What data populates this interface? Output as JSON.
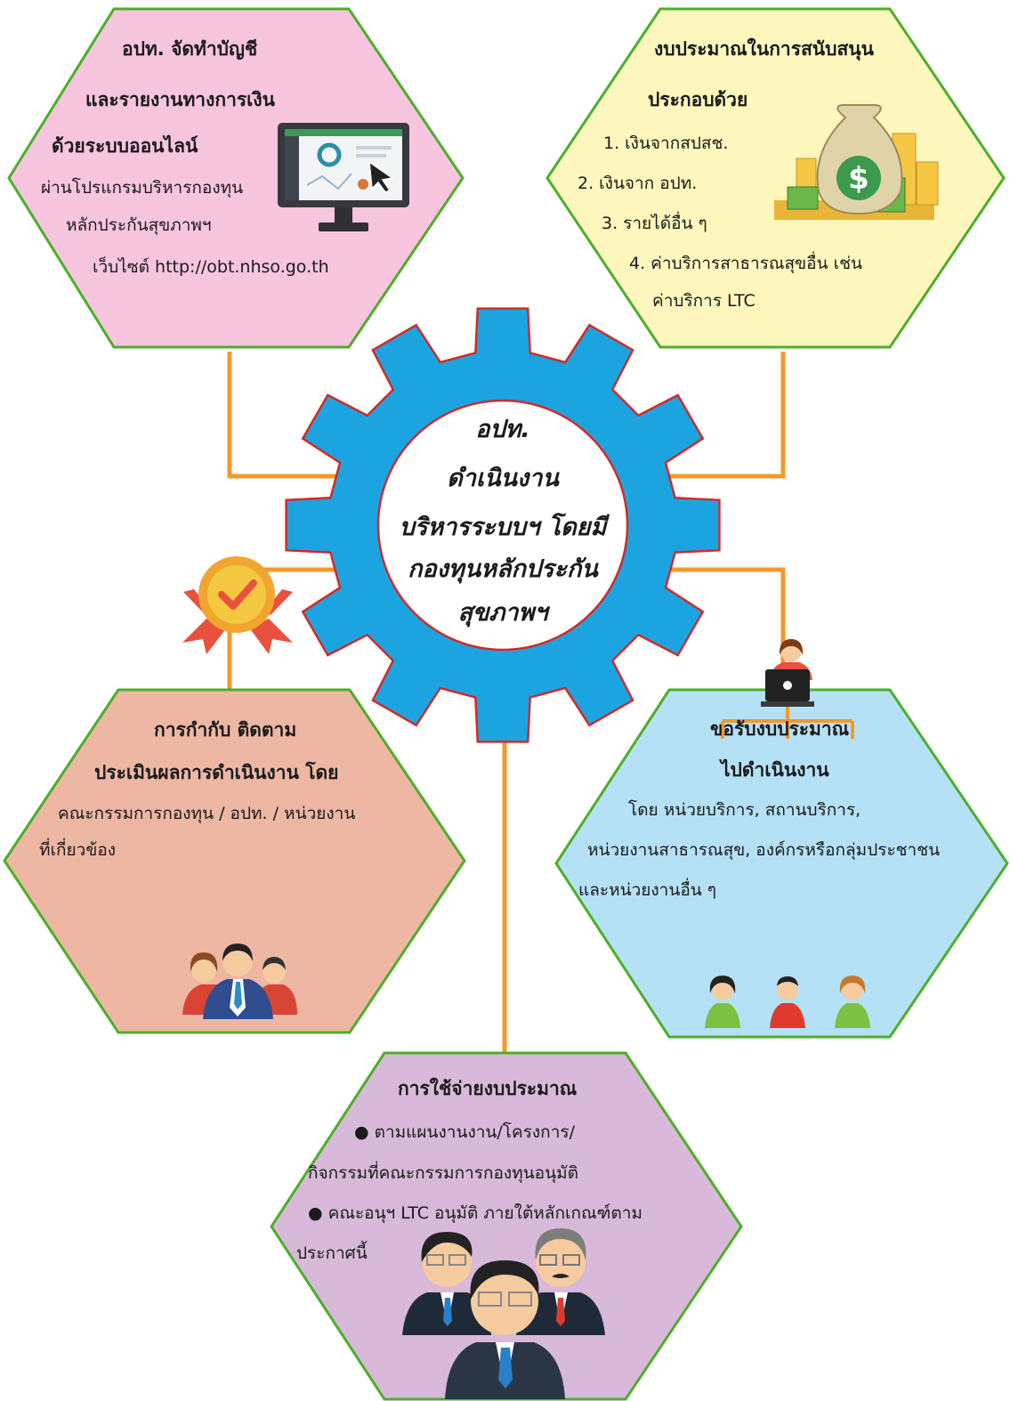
{
  "colors": {
    "connector": "#f39a2b",
    "hex_border": "#4caf2a",
    "gear_fill": "#1ca4e0",
    "gear_border": "#d32a2a",
    "top_left_fill": "#f7c5de",
    "top_right_fill": "#fdf7bd",
    "mid_left_fill": "#edb7a4",
    "mid_right_fill": "#b5e1f6",
    "bottom_fill": "#d9b9d9"
  },
  "center": {
    "lines": [
      "อปท.",
      "ดำเนินงาน",
      "บริหารระบบฯ โดยมี",
      "กองทุนหลักประกัน",
      "สุขภาพฯ"
    ]
  },
  "top_left": {
    "title_1": "อปท. จัดทำบัญชี",
    "title_2": "และรายงานทางการเงิน",
    "title_3": "ด้วยระบบออนไลน์",
    "line_1": "ผ่านโปรแกรมบริหารกองทุน",
    "line_2": "หลักประกันสุขภาพฯ",
    "line_3": "เว็บไซต์ http://obt.nhso.go.th",
    "icon": "computer-monitor-icon"
  },
  "top_right": {
    "title_1": "งบประมาณในการสนับสนุน",
    "title_2": "ประกอบด้วย",
    "item_1": "1. เงินจากสปสช.",
    "item_2": "2. เงินจาก อปท.",
    "item_3": "3. รายได้อื่น ๆ",
    "item_4": "4. ค่าบริการสาธารณสุขอื่น เช่น",
    "item_4b": "ค่าบริการ LTC",
    "icon": "money-bag-icon"
  },
  "mid_left": {
    "title_1": "การกำกับ ติดตาม",
    "title_2": "ประเมินผลการดำเนินงาน โดย",
    "line_1": "คณะกรรมการกองทุน / อปท. / หน่วยงาน",
    "line_2": "ที่เกี่ยวข้อง",
    "icon": "award-team-icon"
  },
  "mid_right": {
    "title_1": "ขอรับงบประมาณ",
    "title_2": "ไปดำเนินงาน",
    "line_1": "โดย หน่วยบริการ, สถานบริการ,",
    "line_2": "หน่วยงานสาธารณสุข, องค์กรหรือกลุ่มประชาชน",
    "line_3": "และหน่วยงานอื่น ๆ",
    "icon": "org-chart-icon"
  },
  "bottom": {
    "title": "การใช้จ่ายงบประมาณ",
    "bullet_1a": "● ตามแผนงานงาน/โครงการ/",
    "bullet_1b": "กิจกรรมที่คณะกรรมการกองทุนอนุมัติ",
    "bullet_2a": "● คณะอนุฯ LTC อนุมัติ ภายใต้หลักเกณฑ์ตาม",
    "bullet_2b": "ประกาศนี้",
    "icon": "business-people-icon"
  }
}
